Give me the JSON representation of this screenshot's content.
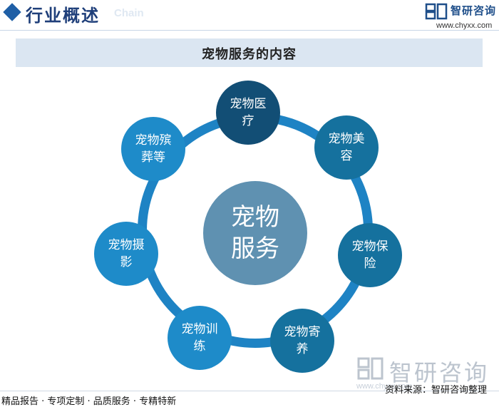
{
  "header": {
    "title": "行业概述",
    "subtitle": "Chain",
    "brand_name": "智研咨询",
    "brand_url": "www.chyxx.com"
  },
  "banner": {
    "title": "宠物服务的内容"
  },
  "diagram": {
    "center": {
      "line1": "宠物",
      "line2": "服务"
    },
    "nodes": [
      {
        "line1": "宠物医",
        "line2": "疗"
      },
      {
        "line1": "宠物美",
        "line2": "容"
      },
      {
        "line1": "宠物保",
        "line2": "险"
      },
      {
        "line1": "宠物寄",
        "line2": "养"
      },
      {
        "line1": "宠物训",
        "line2": "练"
      },
      {
        "line1": "宠物摄",
        "line2": "影"
      },
      {
        "line1": "宠物殡",
        "line2": "葬等"
      }
    ]
  },
  "watermark": {
    "text": "智研咨询",
    "url": "www.chyxx.com"
  },
  "footer": {
    "left": "精品报告 · 专项定制 · 品质服务 · 专精特新",
    "source": "资料来源：智研咨询整理"
  },
  "colors": {
    "ring": "#1e83c4",
    "center": "#5f91b1",
    "node_dark": "#124e75",
    "node_mid": "#15719e",
    "node_light": "#1e8bc9"
  }
}
